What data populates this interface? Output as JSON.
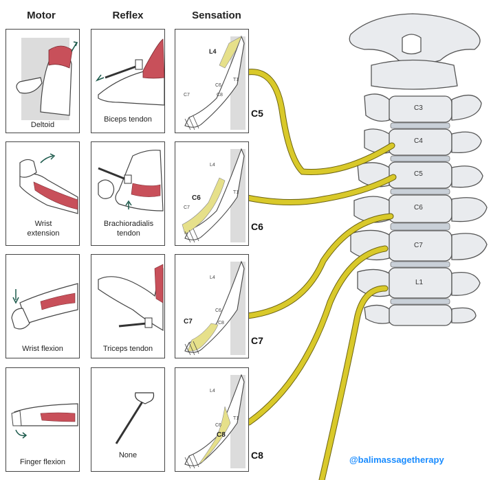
{
  "headers": {
    "motor": "Motor",
    "reflex": "Reflex",
    "sensation": "Sensation"
  },
  "rows": [
    {
      "level": "C5",
      "motor": "Deltoid",
      "reflex": "Biceps tendon",
      "sens_main": "L4",
      "sens_labels": [
        "C6",
        "T1",
        "C7",
        "C8"
      ]
    },
    {
      "level": "C6",
      "motor": "Wrist extension",
      "reflex": "Brachioradialis tendon",
      "sens_main": "C6",
      "sens_labels": [
        "L4",
        "T1",
        "C7"
      ]
    },
    {
      "level": "C7",
      "motor": "Wrist flexion",
      "reflex": "Triceps tendon",
      "sens_main": "C7",
      "sens_labels": [
        "L4",
        "C6",
        "C8"
      ]
    },
    {
      "level": "C8",
      "motor": "Finger flexion",
      "reflex": "None",
      "sens_main": "C8",
      "sens_labels": [
        "L4",
        "C6",
        "T1"
      ]
    }
  ],
  "vertebrae": [
    "C3",
    "C4",
    "C5",
    "C6",
    "C7",
    "L1"
  ],
  "watermark": "@balimassagetherapy",
  "colors": {
    "nerve": "#d9c92a",
    "nerve_outline": "#6b6210",
    "muscle": "#c8505a",
    "dermatome": "#e6e08a"
  }
}
